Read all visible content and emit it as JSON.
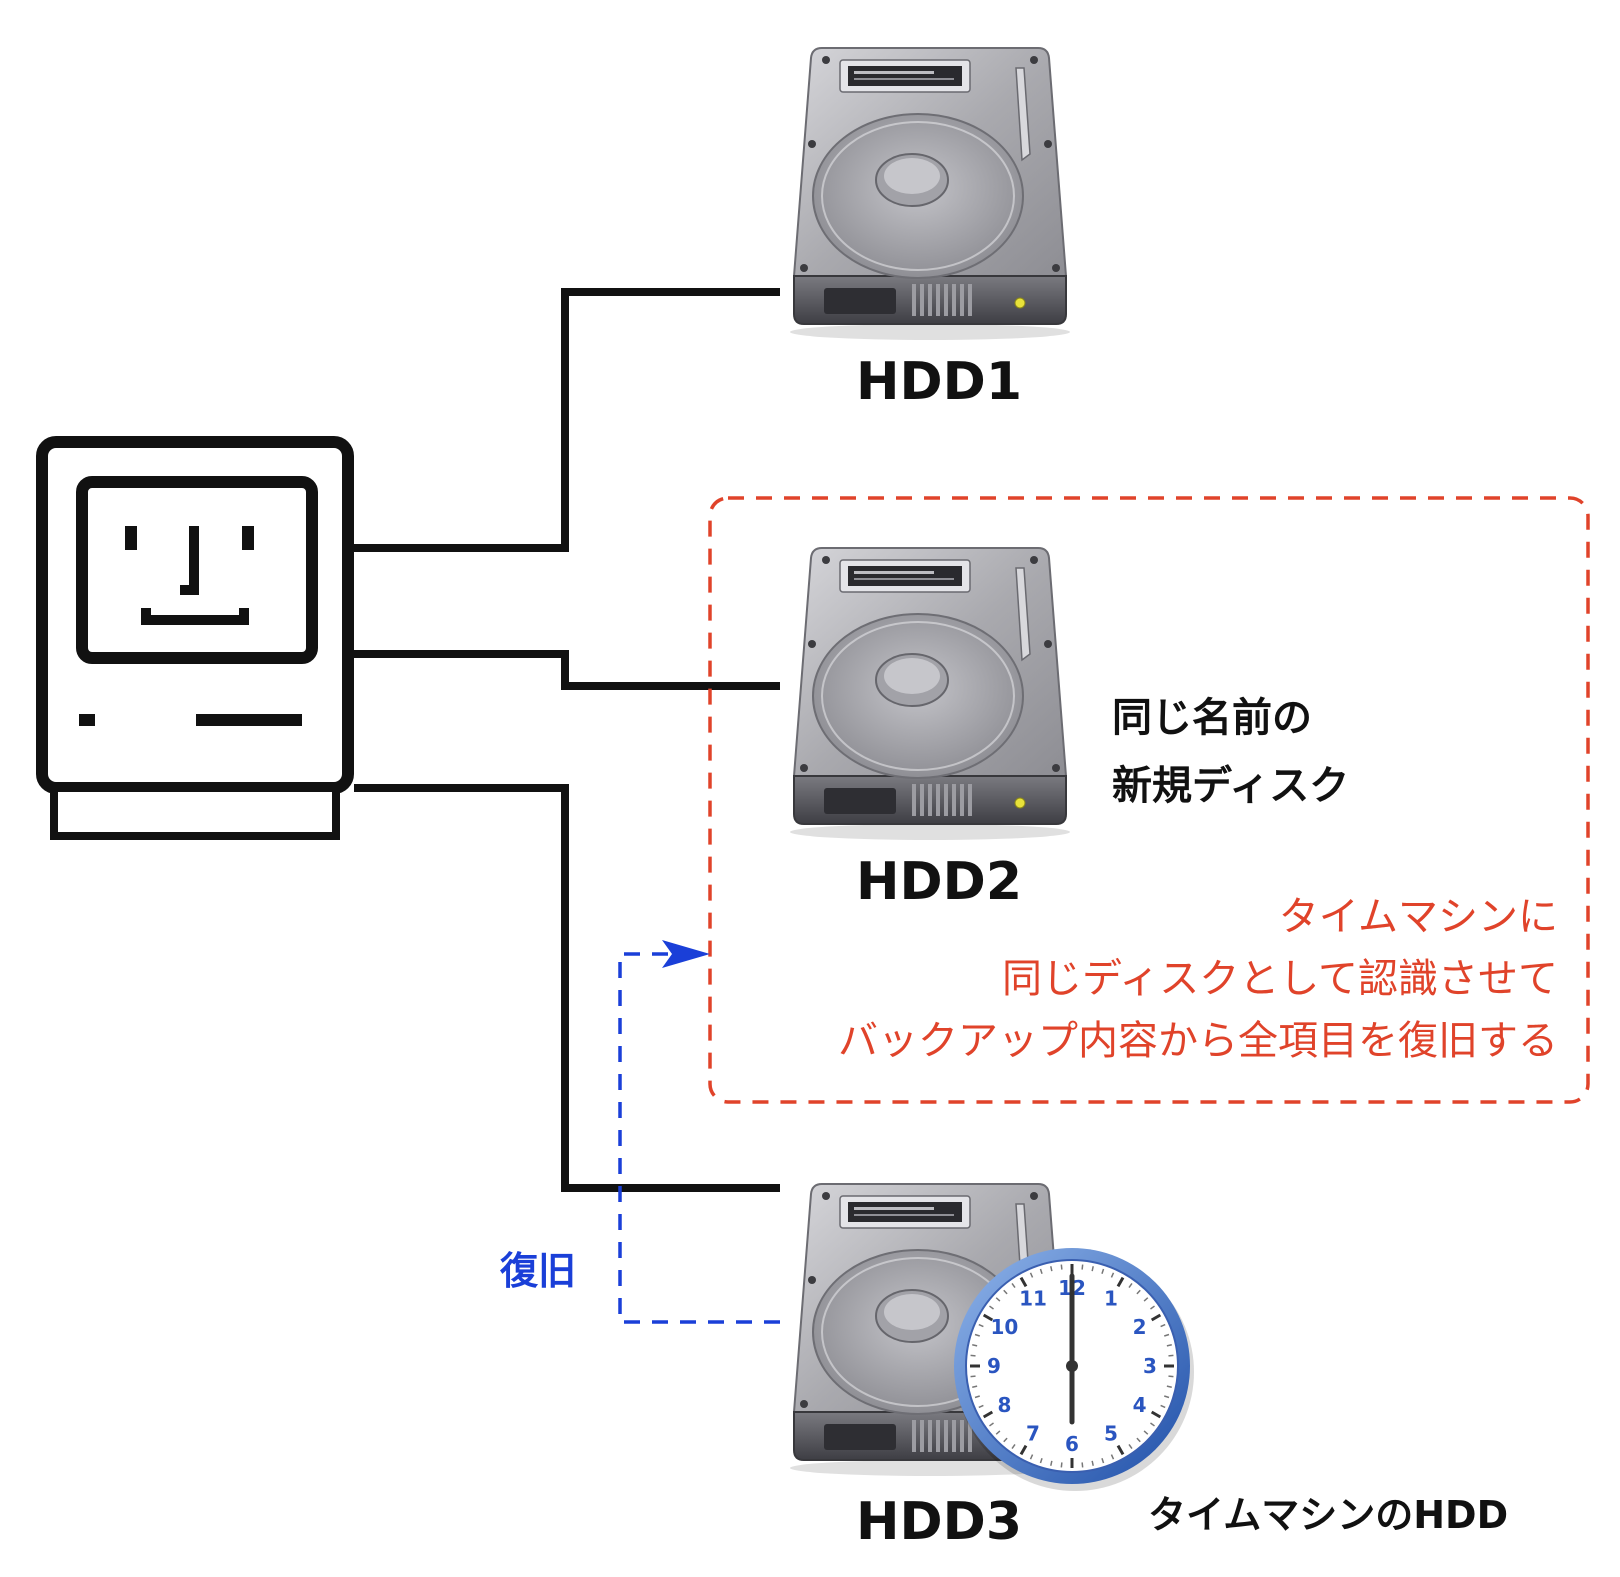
{
  "colors": {
    "connector": "#111111",
    "highlight_box": "#e0432a",
    "restore_arrow": "#1a3fd8",
    "red_text": "#e0432a",
    "blue_text": "#1a3fd8"
  },
  "icons": {
    "computer": "classic-mac-happy-face-icon",
    "drive": "hard-disk-drive-icon",
    "time_machine": "time-machine-clock-icon"
  },
  "drives": [
    {
      "label": "HDD1"
    },
    {
      "label": "HDD2"
    },
    {
      "label": "HDD3"
    }
  ],
  "hdd2_note": [
    "同じ名前の",
    "新規ディスク"
  ],
  "highlight_note": [
    "タイムマシンに",
    "同じディスクとして認識させて",
    "バックアップ内容から全項目を復旧する"
  ],
  "restore_label": "復旧",
  "time_machine_label": "タイムマシンのHDD",
  "clock_numbers": [
    "12",
    "1",
    "2",
    "3",
    "4",
    "5",
    "6",
    "7",
    "8",
    "9",
    "10",
    "11"
  ]
}
